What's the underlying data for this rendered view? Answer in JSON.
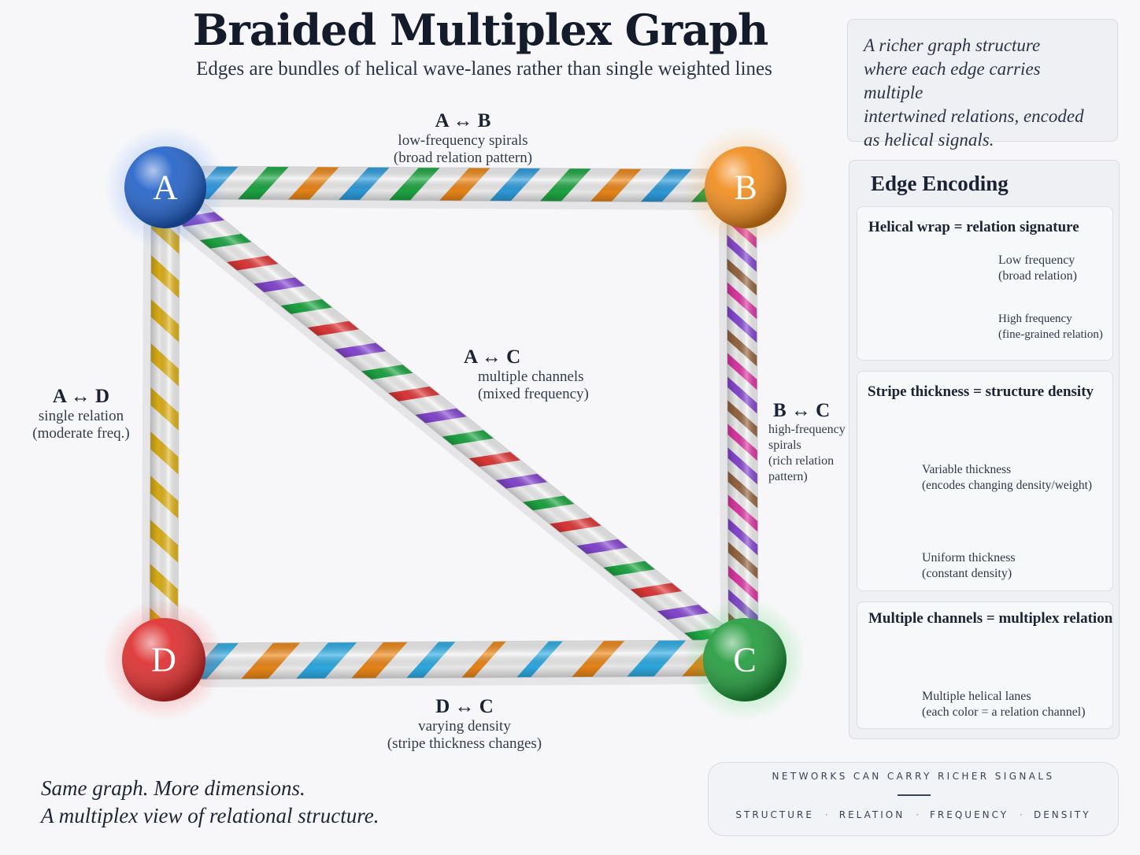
{
  "title": "Braided Multiplex Graph",
  "subtitle": "Edges are bundles of helical wave-lanes rather than single weighted lines",
  "intro": {
    "lines": [
      "A richer graph structure",
      "where each edge carries multiple",
      "intertwined relations, encoded",
      "as helical signals."
    ]
  },
  "nodes": [
    {
      "id": "A",
      "label": "A",
      "color": "#1f5fc8"
    },
    {
      "id": "B",
      "label": "B",
      "color": "#f08a1a"
    },
    {
      "id": "C",
      "label": "C",
      "color": "#1f9a3a"
    },
    {
      "id": "D",
      "label": "D",
      "color": "#dd2a2a"
    }
  ],
  "edges": {
    "ab": {
      "name": "A ↔ B",
      "desc": [
        "low-frequency spirals",
        "(broad relation pattern)"
      ],
      "colors": [
        "#2f9fe0",
        "#1faa45",
        "#f08a1a"
      ]
    },
    "ac": {
      "name": "A ↔ C",
      "desc": [
        "multiple channels",
        "(mixed frequency)"
      ],
      "colors": [
        "#8a4ad6",
        "#1faa45",
        "#e53a3a"
      ]
    },
    "bc": {
      "name": "B ↔ C",
      "desc": [
        "high-frequency",
        "spirals",
        "(rich relation",
        "pattern)"
      ],
      "colors": [
        "#e23aa8",
        "#8a4ad6",
        "#9a6a45"
      ]
    },
    "ad": {
      "name": "A ↔ D",
      "desc": [
        "single relation",
        "(moderate freq.)"
      ],
      "colors": [
        "#e3b51a"
      ]
    },
    "dc": {
      "name": "D ↔ C",
      "desc": [
        "varying density",
        "(stripe thickness changes)"
      ],
      "colors": [
        "#2fb0e8",
        "#f08a1a"
      ]
    }
  },
  "legend": {
    "title": "Edge Encoding",
    "helical": {
      "title": "Helical wrap = relation signature",
      "low": [
        "Low frequency",
        "(broad relation)"
      ],
      "high": [
        "High frequency",
        "(fine-grained relation)"
      ]
    },
    "thickness": {
      "title": "Stripe thickness = structure density",
      "variable": [
        "Variable thickness",
        "(encodes changing density/weight)"
      ],
      "uniform": [
        "Uniform thickness",
        "(constant density)"
      ]
    },
    "channels": {
      "title": "Multiple channels = multiplex relation",
      "multi": [
        "Multiple helical lanes",
        "(each color = a relation channel)"
      ]
    }
  },
  "footer_note": [
    "Same graph. More dimensions.",
    "A multiplex view of relational structure."
  ],
  "tagline": {
    "main": "NETWORKS CAN CARRY RICHER SIGNALS",
    "tags": [
      "STRUCTURE",
      "RELATION",
      "FREQUENCY",
      "DENSITY"
    ],
    "separator": "·"
  },
  "colors": {
    "stripe_red": "#d8323a",
    "tube_white": "#f4f4f4"
  }
}
